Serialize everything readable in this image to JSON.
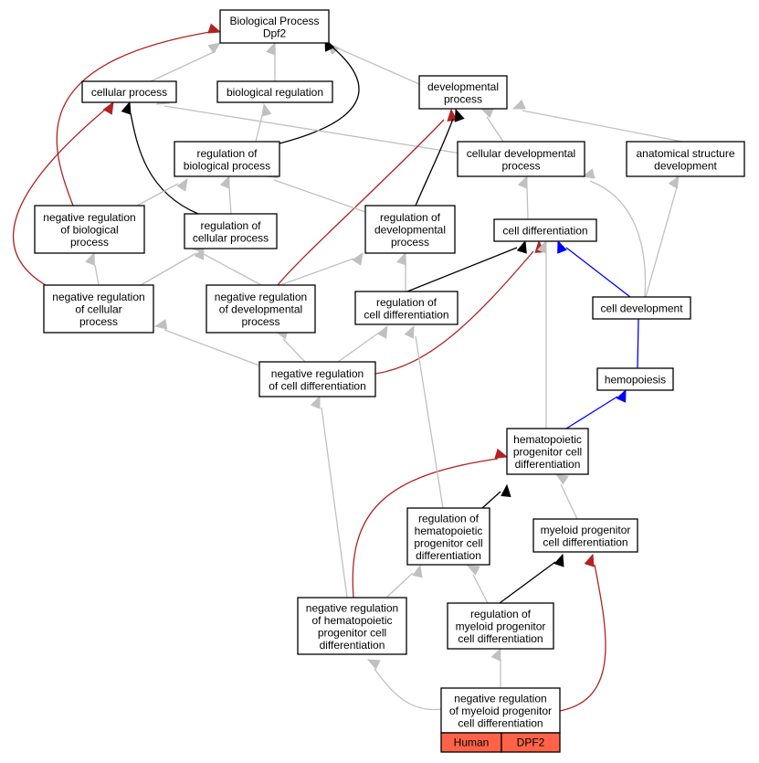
{
  "colors": {
    "is_a": "#c0c0c0",
    "regulates": "#000000",
    "negatively_regulates": "#b22222",
    "part_of": "#0000ff",
    "badge": "#ff6347"
  },
  "nodes": {
    "bp": [
      "Biological Process",
      "Dpf2"
    ],
    "cellular_process": [
      "cellular process"
    ],
    "biological_regulation": [
      "biological regulation"
    ],
    "developmental_process": [
      "developmental",
      "process"
    ],
    "reg_bio": [
      "regulation of",
      "biological process"
    ],
    "cell_dev_proc": [
      "cellular developmental",
      "process"
    ],
    "anat_dev": [
      "anatomical structure",
      "development"
    ],
    "neg_reg_bio": [
      "negative regulation",
      "of biological",
      "process"
    ],
    "reg_cell_proc": [
      "regulation of",
      "cellular process"
    ],
    "reg_dev_proc": [
      "regulation of",
      "developmental",
      "process"
    ],
    "cell_diff": [
      "cell differentiation"
    ],
    "neg_reg_cell_proc": [
      "negative regulation",
      "of cellular",
      "process"
    ],
    "neg_reg_dev_proc": [
      "negative regulation",
      "of developmental",
      "process"
    ],
    "reg_cell_diff": [
      "regulation of",
      "cell differentiation"
    ],
    "cell_development": [
      "cell development"
    ],
    "neg_reg_cell_diff": [
      "negative regulation",
      "of cell differentiation"
    ],
    "hemopoiesis": [
      "hemopoiesis"
    ],
    "hema_prog_diff": [
      "hematopoietic",
      "progenitor cell",
      "differentiation"
    ],
    "reg_hema_prog_diff": [
      "regulation of",
      "hematopoietic",
      "progenitor cell",
      "differentiation"
    ],
    "myeloid_prog_diff": [
      "myeloid progenitor",
      "cell differentiation"
    ],
    "neg_reg_hema_prog_diff": [
      "negative regulation",
      "of hematopoietic",
      "progenitor cell",
      "differentiation"
    ],
    "reg_myeloid_prog_diff": [
      "regulation of",
      "myeloid progenitor",
      "cell differentiation"
    ],
    "neg_reg_myeloid_prog_diff": [
      "negative regulation",
      "of myeloid progenitor",
      "cell differentiation"
    ]
  },
  "badge": {
    "species": "Human",
    "gene": "DPF2"
  }
}
